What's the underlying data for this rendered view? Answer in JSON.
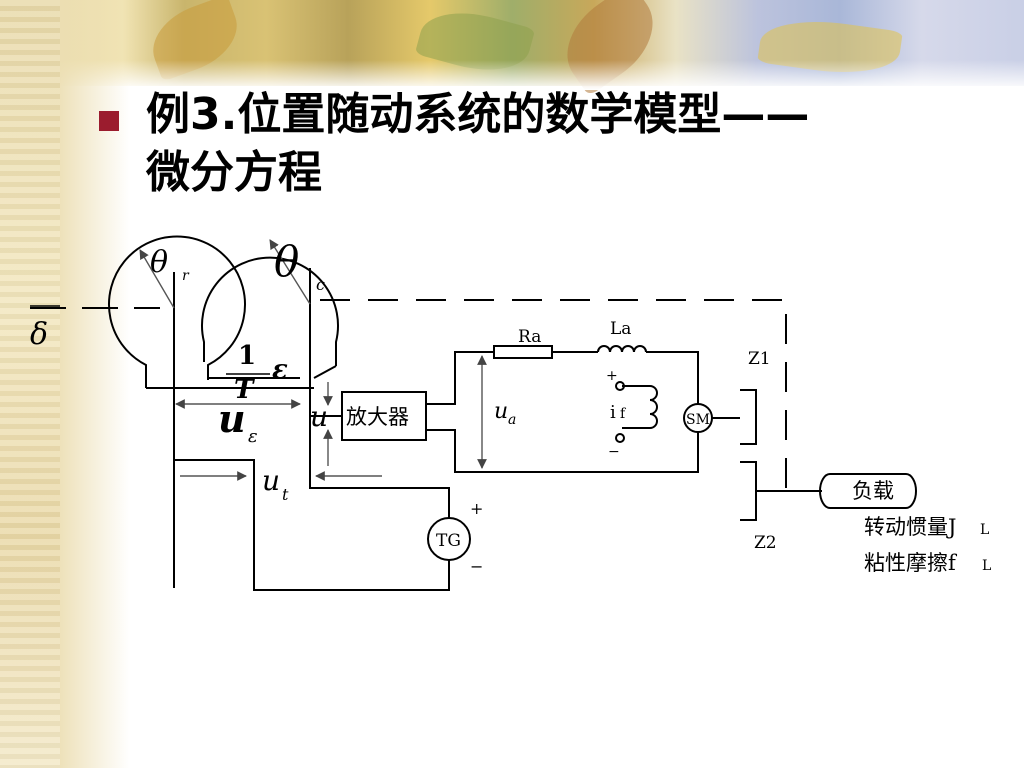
{
  "slide": {
    "title_line1": "例3.位置随动系统的数学模型——",
    "title_line2": "微分方程"
  },
  "diagram": {
    "theta_r": "θ",
    "theta_r_sub": "r",
    "theta_c": "θ",
    "theta_c_sub": "c",
    "delta": "δ",
    "frac_num": "1",
    "frac_den": "T",
    "epsilon": "ε",
    "u_epsilon": "u",
    "u_epsilon_sub": "ε",
    "u": "u",
    "amplifier": "放大器",
    "u_a": "u",
    "u_a_sub": "a",
    "Ra": "Ra",
    "La": "La",
    "plus_field": "+",
    "if": "i",
    "if_sub": "f",
    "minus_field": "−",
    "SM": "SM",
    "Z1": "Z1",
    "Z2": "Z2",
    "load": "负载",
    "inertia": "转动惯量J",
    "inertia_sub": "L",
    "friction": "粘性摩擦f",
    "friction_sub": "L",
    "u_t": "u",
    "u_t_sub": "t",
    "TG": "TG",
    "plus_tg": "+",
    "minus_tg": "−"
  },
  "colors": {
    "bullet": "#9b1c2e",
    "ink": "#000000",
    "arrow": "#666666"
  }
}
